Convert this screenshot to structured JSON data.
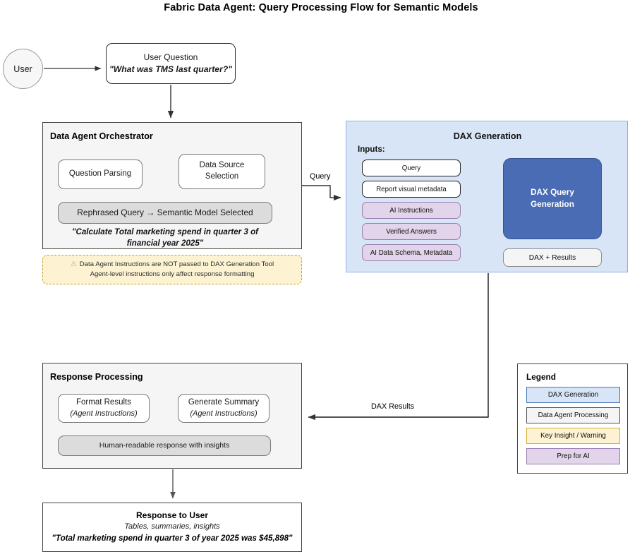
{
  "title": "Fabric Data Agent: Query Processing Flow for Semantic Models",
  "colors": {
    "dax_generation_panel": "#d7e5f7",
    "dax_query_box": "#4a6cb5",
    "data_agent_processing": "#f5f5f5",
    "key_insight_warning": "#fdf3d3",
    "prep_for_ai": "#e2d4ea"
  },
  "user": {
    "label": "User"
  },
  "user_question": {
    "line1": "User Question",
    "line2": "\"What was TMS last quarter?\""
  },
  "orchestrator": {
    "title": "Data Agent Orchestrator",
    "question_parsing": "Question Parsing",
    "data_source_selection": {
      "line1": "Data Source",
      "line2": "Selection"
    },
    "rephrased": "Rephrased Query → Semantic Model Selected",
    "quote_line1": "\"Calculate Total marketing spend in quarter 3 of",
    "quote_line2": "financial year 2025\""
  },
  "warning": {
    "icon": "warning-triangle-icon",
    "glyph": "⚠",
    "line1": "Data Agent Instructions are NOT passed to DAX Generation Tool",
    "line2": "Agent-level instructions only affect response formatting"
  },
  "dax_generation": {
    "title": "DAX Generation",
    "inputs_label": "Inputs:",
    "inputs": [
      {
        "label": "Query",
        "style": "white"
      },
      {
        "label": "Report visual metadata",
        "style": "white"
      },
      {
        "label": "AI Instructions",
        "style": "purple"
      },
      {
        "label": "Verified Answers",
        "style": "purple"
      },
      {
        "label": "AI Data Schema, Metadata",
        "style": "purple"
      }
    ],
    "engine": {
      "line1": "DAX Query",
      "line2": "Generation"
    },
    "output": "DAX + Results"
  },
  "edges": {
    "query": "Query",
    "dax_results": "DAX Results"
  },
  "response_processing": {
    "title": "Response Processing",
    "format_results": {
      "line1": "Format Results",
      "line2": "(Agent Instructions)"
    },
    "generate_summary": {
      "line1": "Generate Summary",
      "line2": "(Agent Instructions)"
    },
    "human_readable": "Human-readable response with insights"
  },
  "response_to_user": {
    "line1": "Response to User",
    "line2": "Tables, summaries, insights",
    "line3": "\"Total marketing spend in quarter 3 of year 2025 was $45,898\""
  },
  "legend": {
    "title": "Legend",
    "items": [
      {
        "label": "DAX Generation",
        "fill": "#d7e5f7",
        "stroke": "#4a78b8"
      },
      {
        "label": "Data Agent Processing",
        "fill": "#f5f5f5",
        "stroke": "#555555"
      },
      {
        "label": "Key Insight / Warning",
        "fill": "#fdf3d3",
        "stroke": "#d4af37"
      },
      {
        "label": "Prep for AI",
        "fill": "#e2d4ea",
        "stroke": "#9a7fb0"
      }
    ]
  }
}
